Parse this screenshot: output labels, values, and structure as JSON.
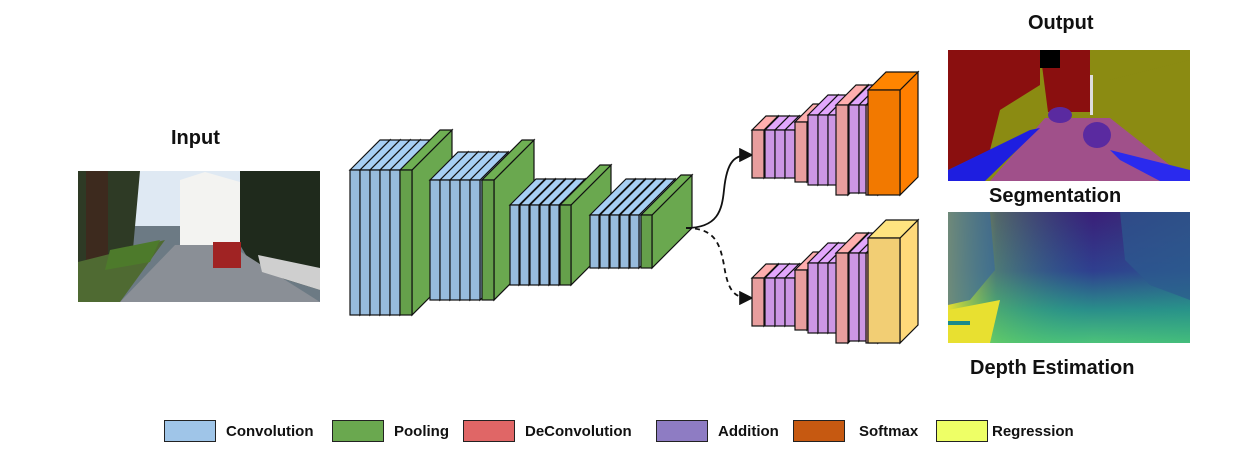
{
  "labels": {
    "input": "Input",
    "output": "Output",
    "segmentation": "Segmentation",
    "depth": "Depth Estimation"
  },
  "legend": [
    {
      "label": "Convolution",
      "color": "#9fc5e8"
    },
    {
      "label": "Pooling",
      "color": "#6aa84f"
    },
    {
      "label": "DeConvolution",
      "color": "#e06666"
    },
    {
      "label": "Addition",
      "color": "#8e7cc3"
    },
    {
      "label": "Softmax",
      "color": "#c65911"
    },
    {
      "label": "Regression",
      "color": "#eeff66"
    }
  ],
  "colors": {
    "conv": "#9fc5e8",
    "pool": "#6aa84f",
    "deconv": "#f4a6a6",
    "addition": "#d79ff0",
    "softmax": "#ff7f00",
    "regression": "#ffd97a"
  }
}
